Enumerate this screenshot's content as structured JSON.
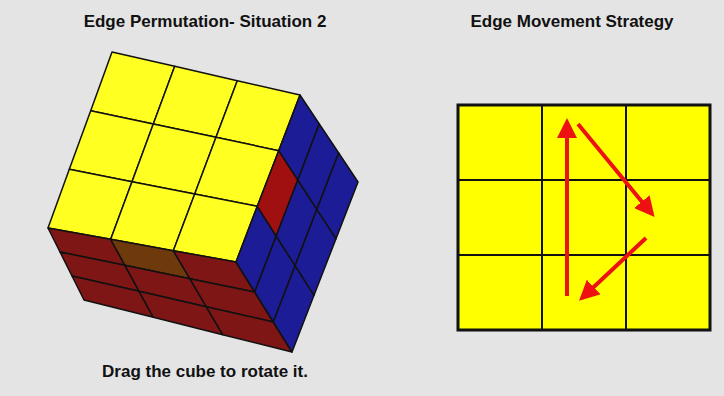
{
  "diagram": {
    "title": "Edge Permutation- Situation 2",
    "caption": "Drag the cube to rotate it.",
    "labels": [
      "Edge Movement Strategy"
    ]
  }
}
